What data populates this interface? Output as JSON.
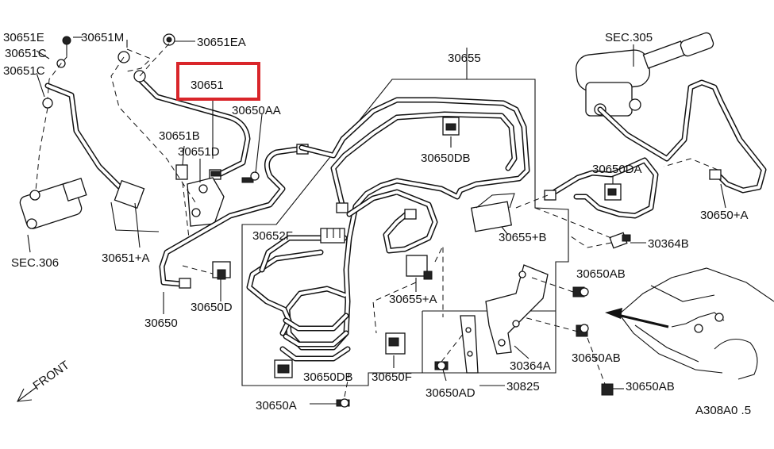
{
  "diagram": {
    "labels": {
      "p30651E": "30651E",
      "p30651C_1": "30651C",
      "p30651C_2": "30651C",
      "p30651M": "30651M",
      "p30651EA": "30651EA",
      "p30651": "30651",
      "p30650AA": "30650AA",
      "p30651B": "30651B",
      "p30651D": "30651D",
      "sec306": "SEC.306",
      "p30651A": "30651+A",
      "p30650": "30650",
      "p30650D": "30650D",
      "p30652F": "30652F",
      "p30650DB_top": "30650DB",
      "p30650DB_bot": "30650DB",
      "p30650F": "30650F",
      "p30650A": "30650A",
      "p30655": "30655",
      "p30655B": "30655+B",
      "p30655A": "30655+A",
      "p30650AD": "30650AD",
      "p30825": "30825",
      "p30364A": "30364A",
      "sec305": "SEC.305",
      "p30650DA": "30650DA",
      "p30650plusA": "30650+A",
      "p30364B": "30364B",
      "p30650AB_1": "30650AB",
      "p30650AB_2": "30650AB",
      "p30650AB_3": "30650AB",
      "front": "FRONT",
      "ref": "A308A0 .5"
    },
    "highlight_color": "#d9252a",
    "line_color": "#111111"
  }
}
